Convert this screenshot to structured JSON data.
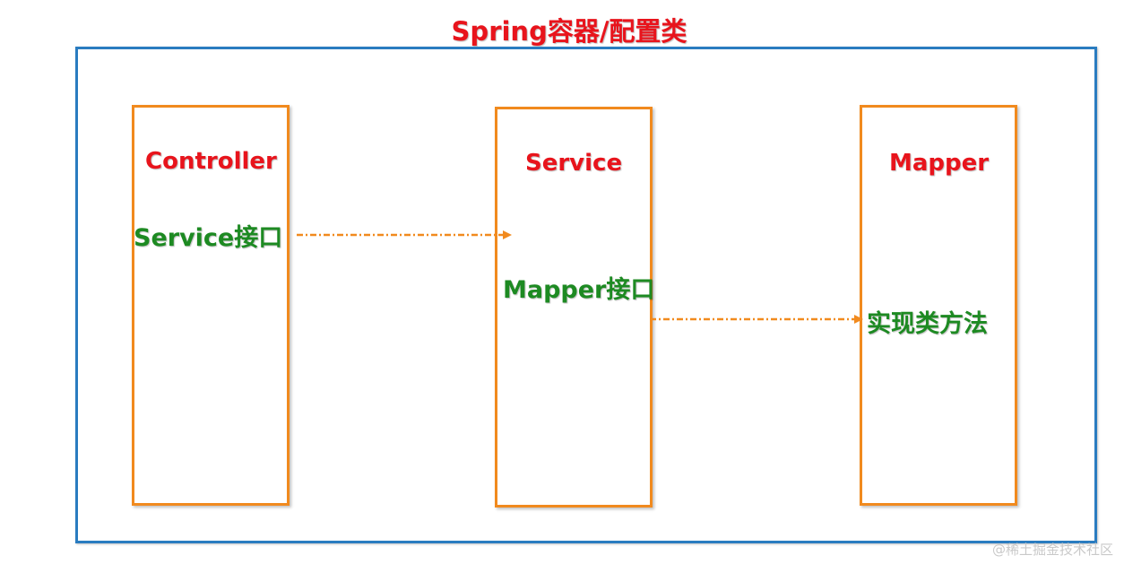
{
  "title": "Spring容器/配置类",
  "layers": {
    "controller": {
      "title": "Controller",
      "label": "Service接口"
    },
    "service": {
      "title": "Service",
      "label": "Mapper接口"
    },
    "mapper": {
      "title": "Mapper",
      "label": "实现类方法"
    }
  },
  "watermark": "@稀土掘金技术社区",
  "colors": {
    "title": "#e8141c",
    "label": "#1d8a22",
    "box_border": "#f18a1e",
    "container_border": "#2a7cc0",
    "arrow": "#f18a1e"
  }
}
